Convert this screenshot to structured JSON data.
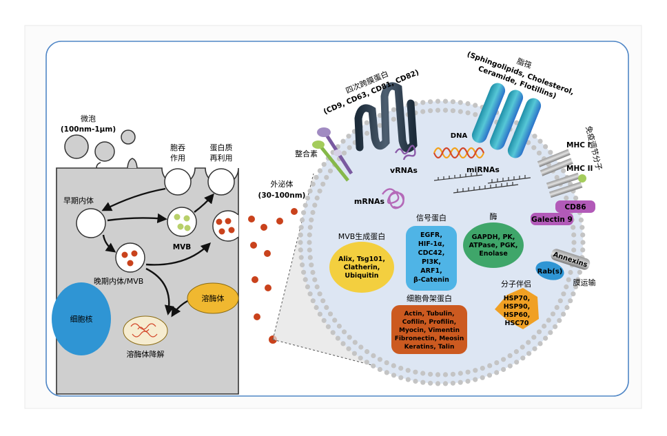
{
  "cell": {
    "microvesicle": "微泡",
    "microvesicle_size": "(100nm-1μm)",
    "endocytosis": [
      "胞吞",
      "作用"
    ],
    "recycling": [
      "蛋白质",
      "再利用"
    ],
    "early_endosome": "早期内体",
    "mvb": "MVB",
    "late_endosome": "晚期内体/MVB",
    "lysosome": "溶酶体",
    "lysosome_degradation": "溶酶体降解",
    "nucleus": "细胞核"
  },
  "exosome": {
    "label": "外泌体",
    "size": "(30-100nm)"
  },
  "components": {
    "tetraspanins_title": "四次跨膜蛋白",
    "tetraspanins_items": "(CD9, CD63, CD81, CD82)",
    "lipids_title": "脂筏",
    "lipids_items": [
      "(Sphingolipids, Cholesterol,",
      "Ceramide, Flotillins)"
    ],
    "integrins": "整合素",
    "dna": "DNA",
    "vrnas": "vRNAs",
    "mirnas": "miRNAs",
    "mrnas": "mRNAs",
    "immune_title": "免疫调节分子",
    "mhc1": "MHC I",
    "mhc2": "MHC II",
    "cd86": "CD86",
    "galectin9": "Galectin 9",
    "annexins": "Annexins",
    "rabs": "Rab(s)",
    "membrane_transport": "膜运输",
    "mvb_title": "MVB生成蛋白",
    "mvb_items": [
      "Alix, Tsg101,",
      "Clatherin,",
      "Ubiquitin"
    ],
    "signal_title": "信号蛋白",
    "signal_items": [
      "EGFR,",
      "HIF-1α,",
      "CDC42,",
      "PI3K,",
      "ARF1,",
      "β-Catenin"
    ],
    "enzyme_title": "酶",
    "enzyme_items": [
      "GAPDH, PK,",
      "ATPase, PGK,",
      "Enolase"
    ],
    "chaperone_title": "分子伴侣",
    "chaperone_items": [
      "HSP70,",
      "HSP90,",
      "HSP60,",
      "HSC70"
    ],
    "cytoskeleton_title": "细胞骨架蛋白",
    "cytoskeleton_items": [
      "Actin, Tubulin,",
      "Cofilin, Profilin,",
      "Myocin, Vimentin",
      "Fibronectin, Meosin",
      "Keratins, Talin"
    ]
  },
  "colors": {
    "frame_border": "#4f86c6",
    "cell_fill": "#cfcfcf",
    "exosome_fill": "#dde6f3",
    "dot_red": "#c9421c",
    "mvb_fill": "#f3cf3f",
    "signal_fill": "#4fb4e6",
    "enzyme_fill": "#3fa66a",
    "chaperone_fill": "#f0a024",
    "cytoskeleton_fill": "#cc5a20",
    "lysosome_fill": "#f0b830",
    "nucleus_fill": "#2f95d4",
    "cd86_fill": "#b25ab8"
  }
}
